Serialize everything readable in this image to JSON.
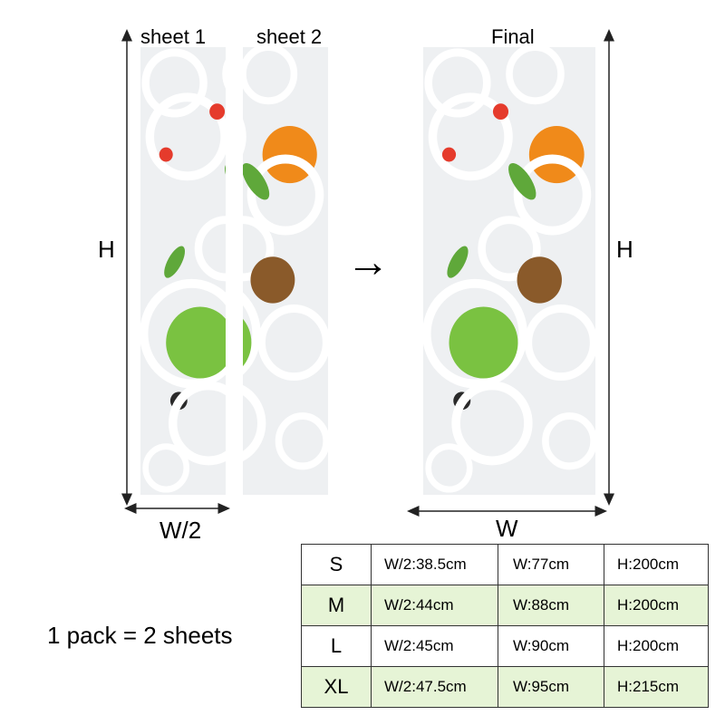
{
  "labels": {
    "sheet1": "sheet 1",
    "sheet2": "sheet 2",
    "final": "Final",
    "height_left": "H",
    "height_right": "H",
    "width_half": "W/2",
    "width_full": "W",
    "arrow": "→"
  },
  "pack_note": "1 pack = 2 sheets",
  "size_table": [
    {
      "size": "S",
      "half_width": "W/2:38.5cm",
      "width": "W:77cm",
      "height": "H:200cm"
    },
    {
      "size": "M",
      "half_width": "W/2:44cm",
      "width": "W:88cm",
      "height": "H:200cm"
    },
    {
      "size": "L",
      "half_width": "W/2:45cm",
      "width": "W:90cm",
      "height": "H:200cm"
    },
    {
      "size": "XL",
      "half_width": "W/2:47.5cm",
      "width": "W:95cm",
      "height": "H:215cm"
    }
  ],
  "colors": {
    "highlight_row": "#e6f4d6",
    "panel_bg": "#eef0f2"
  },
  "image_description_icon": "fruit-rings-mural-icon"
}
